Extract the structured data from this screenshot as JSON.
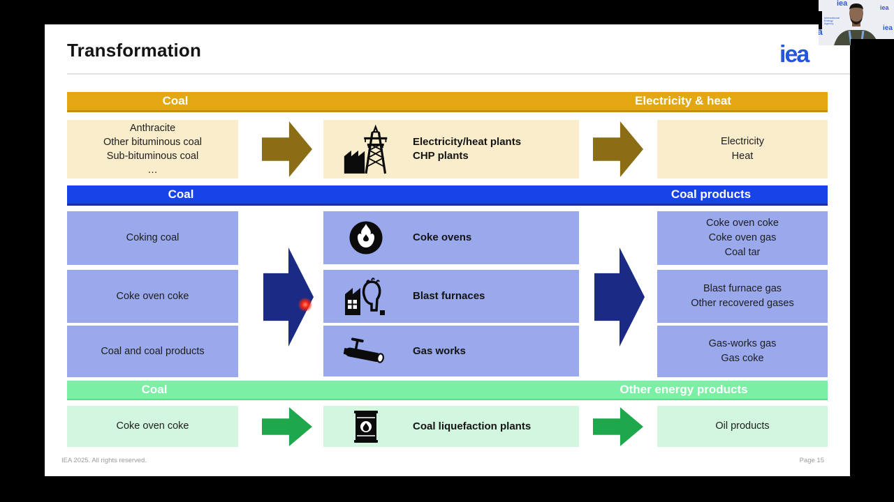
{
  "title": "Transformation",
  "logo_text": "iea",
  "footer": {
    "copyright": "IEA 2025. All rights reserved.",
    "page": "Page 15"
  },
  "webcam": {
    "backdrop_logo": "iea",
    "backdrop_logo2": "iea",
    "backdrop_logo3": "iea",
    "backdrop_logo4": "a",
    "agency": "International Energy Agency"
  },
  "colors": {
    "canvas_bg": "#000000",
    "slide_bg": "#FFFFFF",
    "gold_band": "#E2A712",
    "cream_box": "#FAEDCB",
    "gold_arrow": "#8A6D14",
    "blue_band": "#1843E8",
    "periwinkle_box": "#9AA8EC",
    "navy_arrow": "#1B2B85",
    "green_band": "#7BF0A5",
    "green_box": "#D2F6DF",
    "green_arrow": "#1EA84B",
    "iea_blue": "#2456D8",
    "laser_red": "#F3250F"
  },
  "gold": {
    "header_left": "Coal",
    "header_right": "Electricity & heat",
    "source": [
      "Anthracite",
      "Other bituminous coal",
      "Sub-bituminous coal",
      "…"
    ],
    "plant": [
      "Electricity/heat plants",
      "CHP plants"
    ],
    "output": [
      "Electricity",
      "Heat"
    ]
  },
  "blue": {
    "header_left": "Coal",
    "header_right": "Coal products",
    "source": [
      "Coking coal",
      "Coke oven coke",
      "Coal and coal products"
    ],
    "plants": [
      "Coke ovens",
      "Blast furnaces",
      "Gas works"
    ],
    "output1": [
      "Coke oven coke",
      "Coke oven gas",
      "Coal tar"
    ],
    "output2": [
      "Blast furnace gas",
      "Other recovered gases"
    ],
    "output3": [
      "Gas-works gas",
      "Gas coke"
    ]
  },
  "green": {
    "header_left": "Coal",
    "header_right": "Other energy products",
    "source": "Coke oven coke",
    "plant": "Coal liquefaction plants",
    "output": "Oil products"
  }
}
